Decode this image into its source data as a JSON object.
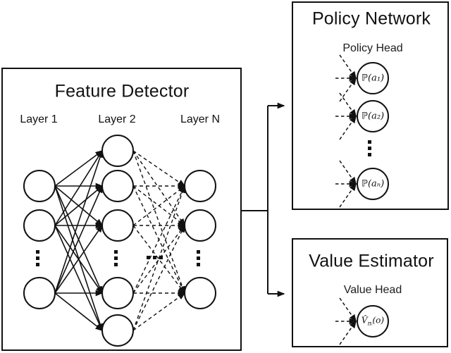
{
  "feature_detector": {
    "title": "Feature Detector",
    "layers": [
      {
        "label": "Layer 1"
      },
      {
        "label": "Layer 2"
      },
      {
        "label": "Layer N"
      }
    ]
  },
  "policy_network": {
    "title": "Policy Network",
    "head_label": "Policy Head",
    "nodes": [
      {
        "label": "ℙ(a₁)"
      },
      {
        "label": "ℙ(a₂)"
      },
      {
        "label": "ℙ(aₙ)"
      }
    ]
  },
  "value_estimator": {
    "title": "Value Estimator",
    "head_label": "Value Head",
    "node": {
      "v": "V̂",
      "sub": "πᵢ",
      "args": "(o)"
    }
  },
  "icons": {
    "vertical_ellipsis": "vertical-ellipsis-icon",
    "horizontal_ellipsis": "horizontal-ellipsis-icon",
    "arrowhead": "arrowhead-icon"
  },
  "colors": {
    "stroke": "#111111",
    "background": "#ffffff"
  }
}
